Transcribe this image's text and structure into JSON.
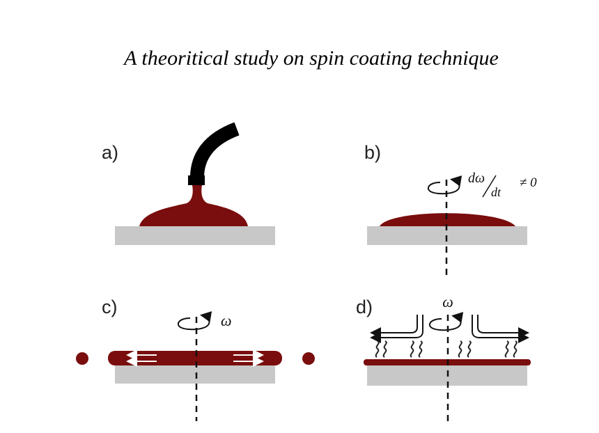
{
  "title": "A theoritical study on spin coating technique",
  "panels": {
    "a": {
      "label": "a)"
    },
    "b": {
      "label": "b)",
      "annotation_num": "dω",
      "annotation_den": "dt",
      "annotation_rel": "≠ 0"
    },
    "c": {
      "label": "c)",
      "omega": "ω"
    },
    "d": {
      "label": "d)",
      "omega": "ω"
    }
  },
  "colors": {
    "film": "#7a0d0d",
    "substrate": "#c8c8c8",
    "nozzle": "#000000"
  }
}
